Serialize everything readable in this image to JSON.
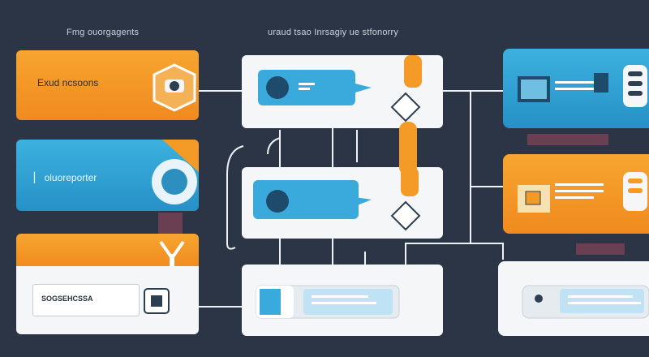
{
  "captions": {
    "left": "Fmg ouorgagents",
    "center": "uraud tsao Inrsagiy ue stfonorry"
  },
  "cards": {
    "left_top_label": "Exud ncsoons",
    "left_mid_label": "▏ oluoreporter",
    "left_bottom_label": "SOGSEHCSSA"
  },
  "colors": {
    "background": "#2b3545",
    "orange": "#f49a27",
    "blue": "#34a7d8",
    "white": "#f4f6f8",
    "maroon": "#6b3f52"
  }
}
